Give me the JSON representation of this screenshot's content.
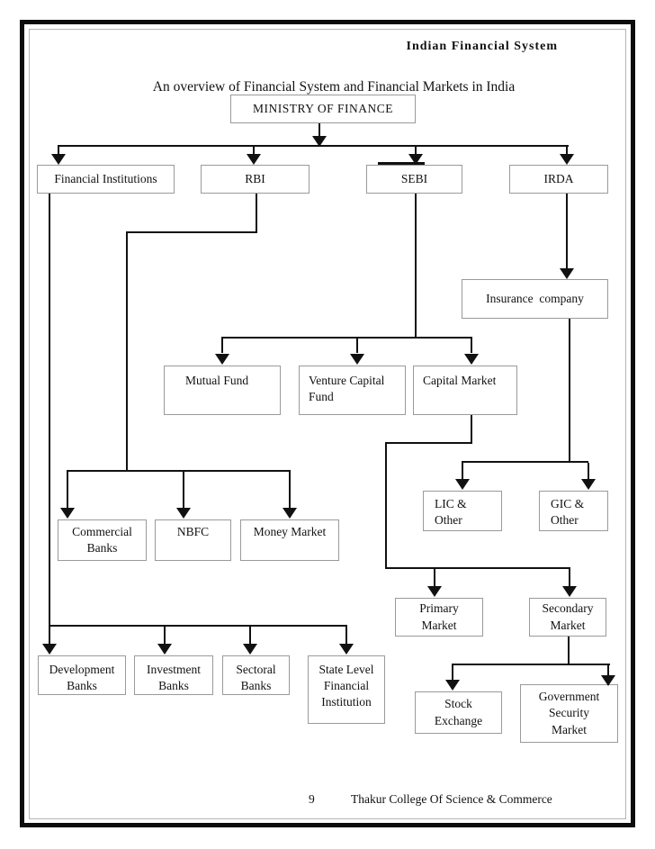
{
  "page": {
    "title": "Indian Financial System",
    "heading": "An overview of Financial System and Financial Markets in India"
  },
  "diagram": {
    "nodes": {
      "ministry": {
        "label": "MINISTRY OF FINANCE"
      },
      "financial_institutions": {
        "label": "Financial Institutions"
      },
      "rbi": {
        "label": "RBI"
      },
      "sebi": {
        "label": "SEBI"
      },
      "irda": {
        "label": "IRDA"
      },
      "insurance_company": {
        "label": "Insurance  company"
      },
      "mutual_fund": {
        "label": "Mutual Fund"
      },
      "venture_capital_fund": {
        "label": "Venture Capital Fund"
      },
      "capital_market": {
        "label": "Capital Market"
      },
      "lic_other": {
        "label": "LIC & Other"
      },
      "gic_other": {
        "label": "GIC & Other"
      },
      "commercial_banks": {
        "label": "Commercial Banks"
      },
      "nbfc": {
        "label": "NBFC"
      },
      "money_market": {
        "label": "Money Market"
      },
      "primary_market": {
        "label": "Primary Market"
      },
      "secondary_market": {
        "label": "Secondary Market"
      },
      "development_banks": {
        "label": "Development Banks"
      },
      "investment_banks": {
        "label": "Investment Banks"
      },
      "sectoral_banks": {
        "label": "Sectoral Banks"
      },
      "state_level_fi": {
        "label": "State Level Financial Institution"
      },
      "stock_exchange": {
        "label": "Stock Exchange"
      },
      "gov_security_market": {
        "label": "Government Security Market"
      }
    }
  },
  "footer": {
    "page_number": "9",
    "institution": "Thakur College Of Science & Commerce"
  },
  "colors": {
    "connector_line": "#111111",
    "box_border": "#9a9a9a",
    "page_border": "#0c0c0c"
  }
}
